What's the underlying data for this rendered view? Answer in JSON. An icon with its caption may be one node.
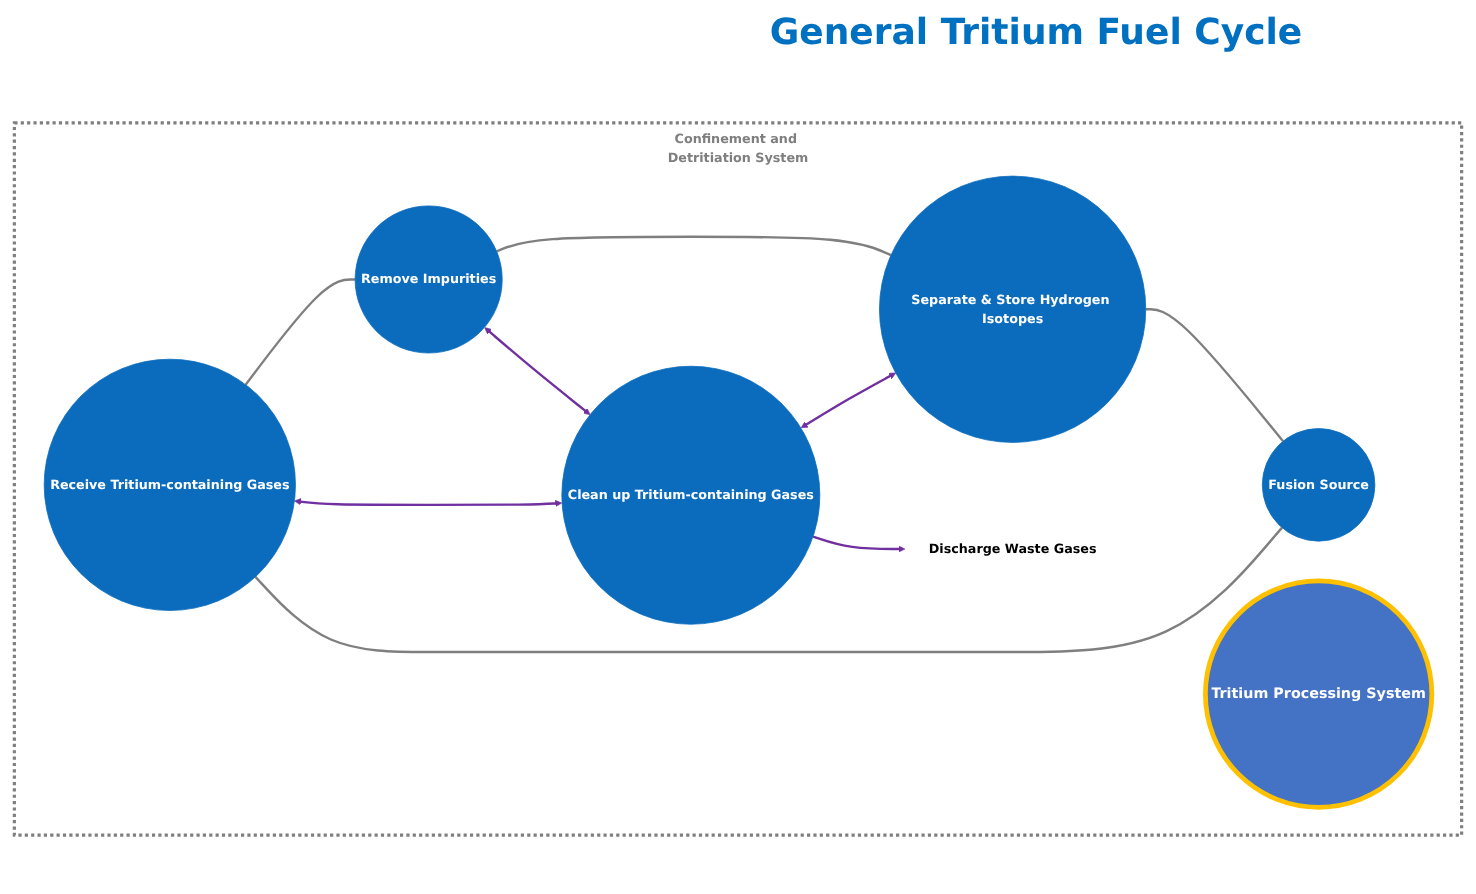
{
  "diagram": {
    "title": "General Tritium Fuel Cycle",
    "nodes": [
      {
        "text": [
          "Confinement and Detritiation System"
        ]
      },
      {
        "text": [
          "Receive Tritium-containing Gases"
        ],
        "in": 0
      },
      {
        "text": [
          "Fusion Source"
        ],
        "in": 0
      },
      {
        "text": [
          "Tritium Processing System"
        ],
        "in": 0
      },
      {
        "text": [
          "Remove Impurities"
        ],
        "in": 0
      },
      {
        "text": [
          "Clean up Tritium-containing Gases"
        ],
        "in": 0
      },
      {
        "text": [
          "Separate & Store Hydrogen Isotopes"
        ],
        "in": 0
      },
      {
        "text": [
          "Discharge Waste Gases"
        ],
        "in": 0
      }
    ],
    "edges": [
      {
        "from": 2,
        "to": 1,
        "arrow": "none",
        "color": "#7f7f7f"
      },
      {
        "from": 1,
        "to": 4,
        "arrow": "none",
        "color": "#7f7f7f"
      },
      {
        "from": 4,
        "to": 6,
        "arrow": "none",
        "color": "#7f7f7f"
      },
      {
        "from": 6,
        "to": 2,
        "arrow": "none",
        "color": "#7f7f7f"
      },
      {
        "from": 5,
        "to": 1,
        "arrow": "both",
        "color": "#7030a0"
      },
      {
        "from": 4,
        "to": 5,
        "arrow": "both",
        "color": "#7030a0"
      },
      {
        "from": 5,
        "to": 6,
        "arrow": "both",
        "color": "#7030a0"
      },
      {
        "from": 5,
        "to": 7,
        "arrow": "to",
        "color": "#7030a0"
      }
    ]
  }
}
